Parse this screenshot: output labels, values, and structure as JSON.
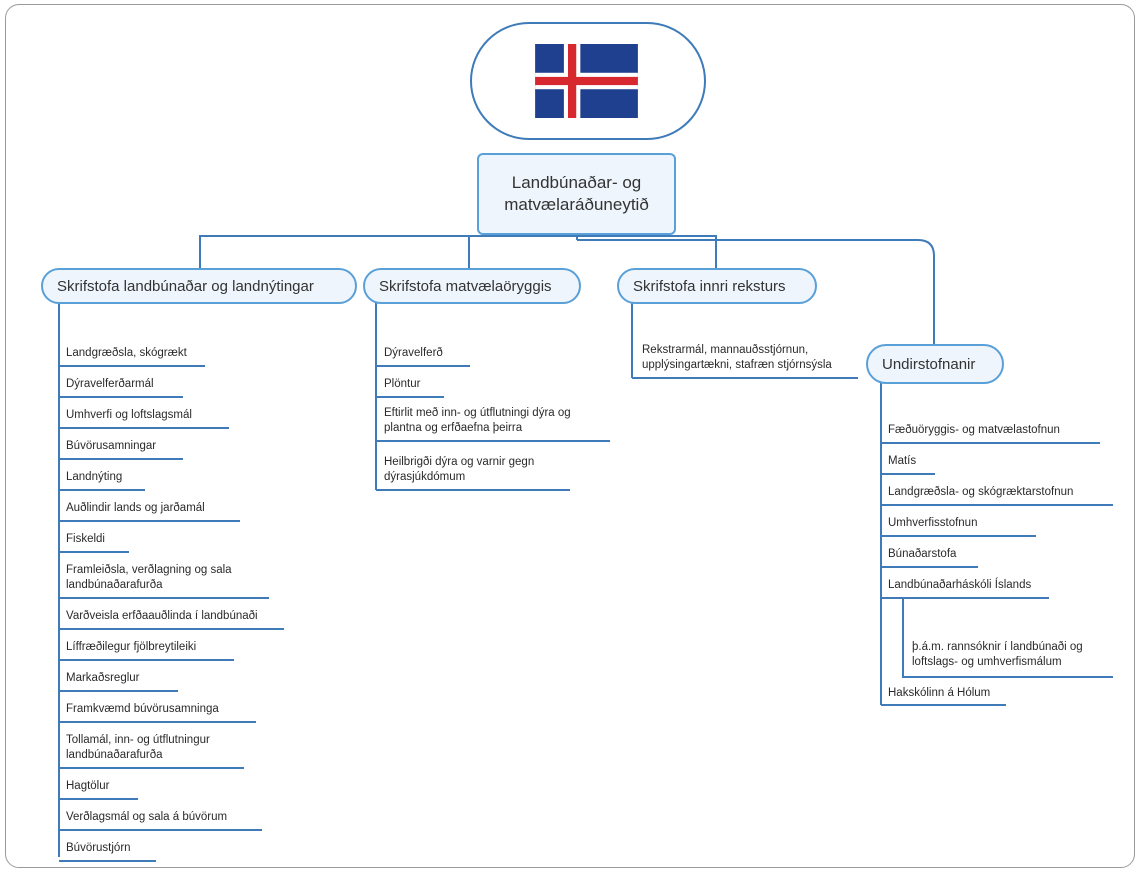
{
  "colors": {
    "line": "#3e7bb8",
    "box_fill": "#eef5fc",
    "flag_blue": "#1f3f8f",
    "flag_red": "#d7282f",
    "flag_white": "#ffffff"
  },
  "flag": {
    "icon": "iceland-flag-icon"
  },
  "root": {
    "line1": "Landbúnaðar- og",
    "line2": "matvælaráðuneytið"
  },
  "departments": [
    {
      "label": "Skrifstofa landbúnaðar og landnýtingar",
      "items": [
        [
          "Landgræðsla, skógrækt"
        ],
        [
          "Dýravelferðarmál"
        ],
        [
          "Umhverfi og loftslagsmál"
        ],
        [
          "Búvörusamningar"
        ],
        [
          "Landnýting"
        ],
        [
          "Auðlindir lands og jarðamál"
        ],
        [
          "Fiskeldi"
        ],
        [
          "Framleiðsla, verðlagning og sala",
          "landbúnaðarafurða"
        ],
        [
          "Varðveisla erfðaauðlinda í landbúnaði"
        ],
        [
          "Líffræðilegur fjölbreytileiki"
        ],
        [
          "Markaðsreglur"
        ],
        [
          "Framkvæmd búvörusamninga"
        ],
        [
          "Tollamál, inn- og útflutningur",
          "landbúnaðarafurða"
        ],
        [
          "Hagtölur"
        ],
        [
          "Verðlagsmál og sala á búvörum"
        ],
        [
          "Búvörustjórn"
        ]
      ]
    },
    {
      "label": "Skrifstofa matvælaöryggis",
      "items": [
        [
          "Dýravelferð"
        ],
        [
          "Plöntur"
        ],
        [
          "Eftirlit með inn- og útflutningi dýra og",
          "plantna og erfðaefna þeirra"
        ],
        [
          "Heilbrigði dýra og varnir gegn",
          "dýrasjúkdómum"
        ]
      ]
    },
    {
      "label": "Skrifstofa innri reksturs",
      "items": [
        [
          "Rekstrarmál, mannauðsstjórnun,",
          "upplýsingartækni, stafræn stjórnsýsla"
        ]
      ]
    },
    {
      "label": "Undirstofnanir",
      "items": [
        [
          "Fæðuöryggis- og matvælastofnun"
        ],
        [
          "Matís"
        ],
        [
          "Landgræðsla- og skógræktarstofnun"
        ],
        [
          "Umhverfisstofnun"
        ],
        [
          "Búnaðarstofa"
        ],
        [
          "Landbúnaðarháskóli Íslands"
        ],
        [
          "Hakskólinn á Hólum"
        ]
      ],
      "subitem": [
        "þ.á.m. rannsóknir í landbúnaði og",
        "loftslags- og umhverfismálum"
      ]
    }
  ]
}
